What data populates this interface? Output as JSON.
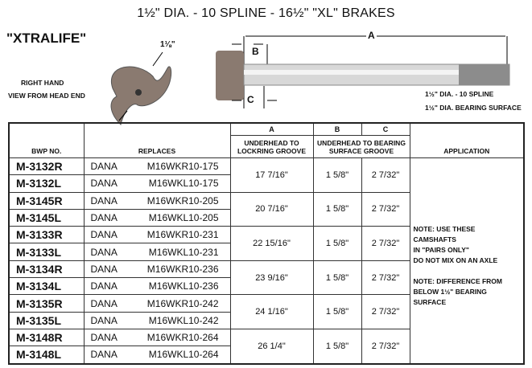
{
  "title": "1½\" DIA. - 10 SPLINE - 16½\" \"XL\" BRAKES",
  "brand": "\"XTRALIFE\"",
  "cam_image": {
    "dimension": "1⅛\"",
    "caption_1": "RIGHT HAND",
    "caption_2": "VIEW FROM HEAD END"
  },
  "shaft_image": {
    "label_a": "A",
    "label_b": "B",
    "label_c": "C",
    "spec_1": "1½\" DIA. - 10 SPLINE",
    "spec_2": "1½\" DIA. BEARING SURFACE"
  },
  "table": {
    "headers": {
      "bwp": "BWP NO.",
      "replaces": "REPLACES",
      "a": "A",
      "b": "B",
      "c": "C",
      "a_desc": "UNDERHEAD TO LOCKRING GROOVE",
      "bc_desc": "UNDERHEAD TO BEARING SURFACE GROOVE",
      "application": "APPLICATION"
    },
    "groups": [
      {
        "a": "17 7/16\"",
        "b": "1 5/8\"",
        "c": "2 7/32\"",
        "rows": [
          {
            "bwp": "M-3132R",
            "make": "DANA",
            "part": "M16WKR10-175"
          },
          {
            "bwp": "M-3132L",
            "make": "DANA",
            "part": "M16WKL10-175"
          }
        ]
      },
      {
        "a": "20 7/16\"",
        "b": "1 5/8\"",
        "c": "2 7/32\"",
        "rows": [
          {
            "bwp": "M-3145R",
            "make": "DANA",
            "part": "M16WKR10-205"
          },
          {
            "bwp": "M-3145L",
            "make": "DANA",
            "part": "M16WKL10-205"
          }
        ]
      },
      {
        "a": "22 15/16\"",
        "b": "1 5/8\"",
        "c": "2 7/32\"",
        "rows": [
          {
            "bwp": "M-3133R",
            "make": "DANA",
            "part": "M16WKR10-231"
          },
          {
            "bwp": "M-3133L",
            "make": "DANA",
            "part": "M16WKL10-231"
          }
        ]
      },
      {
        "a": "23 9/16\"",
        "b": "1 5/8\"",
        "c": "2 7/32\"",
        "rows": [
          {
            "bwp": "M-3134R",
            "make": "DANA",
            "part": "M16WKR10-236"
          },
          {
            "bwp": "M-3134L",
            "make": "DANA",
            "part": "M16WKL10-236"
          }
        ]
      },
      {
        "a": "24 1/16\"",
        "b": "1 5/8\"",
        "c": "2 7/32\"",
        "rows": [
          {
            "bwp": "M-3135R",
            "make": "DANA",
            "part": "M16WKR10-242"
          },
          {
            "bwp": "M-3135L",
            "make": "DANA",
            "part": "M16WKL10-242"
          }
        ]
      },
      {
        "a": "26 1/4\"",
        "b": "1 5/8\"",
        "c": "2 7/32\"",
        "rows": [
          {
            "bwp": "M-3148R",
            "make": "DANA",
            "part": "M16WKR10-264"
          },
          {
            "bwp": "M-3148L",
            "make": "DANA",
            "part": "M16WKL10-264"
          }
        ]
      }
    ],
    "application_notes": [
      "NOTE: USE THESE CAMSHAFTS",
      "IN \"PAIRS ONLY\"",
      "DO NOT MIX ON AN AXLE",
      "NOTE: DIFFERENCE FROM",
      "BELOW 1½\" BEARING",
      "SURFACE"
    ]
  }
}
